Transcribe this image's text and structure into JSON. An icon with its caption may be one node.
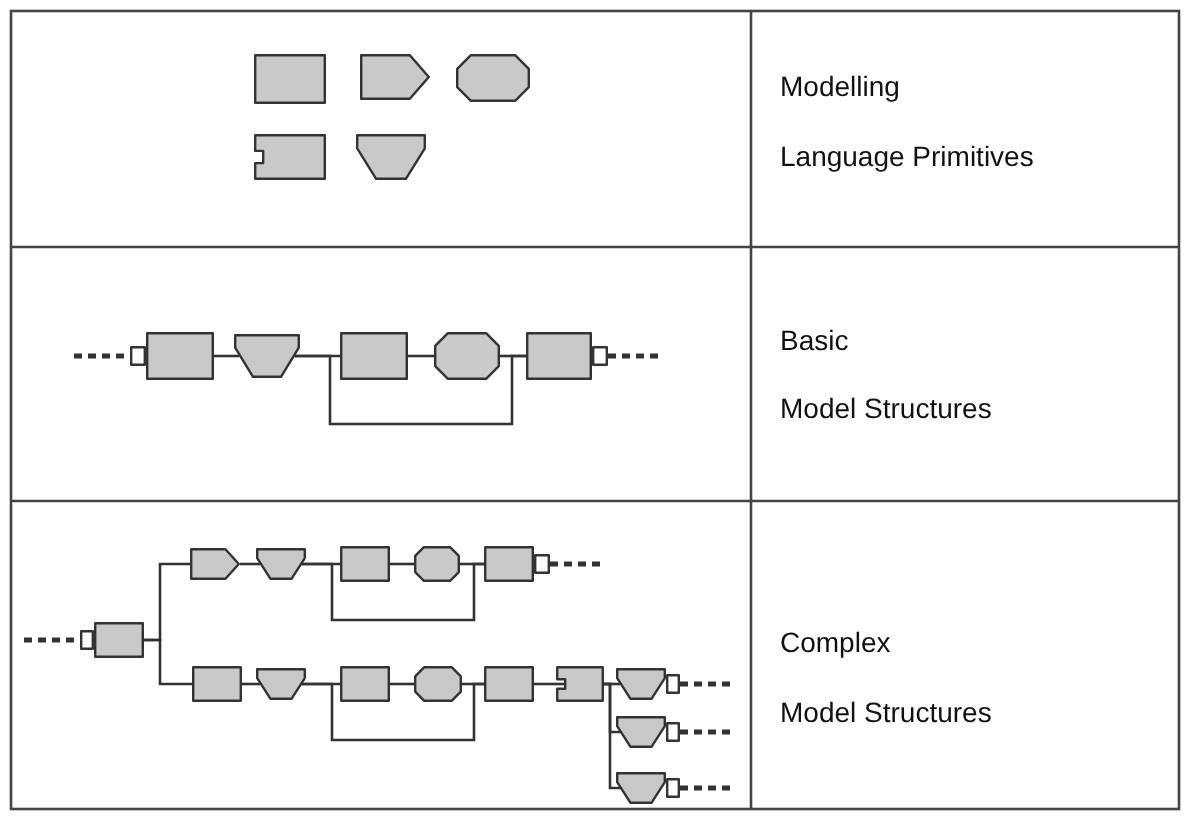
{
  "diagram": {
    "nodes": [
      {
        "text": [],
        "shape": "box"
      },
      {
        "text": [],
        "shape": "pentagon"
      },
      {
        "text": [],
        "shape": "octagon"
      },
      {
        "text": [],
        "shape": "notched"
      },
      {
        "text": [],
        "shape": "trapezoid"
      },
      {
        "text": [],
        "shape": "square"
      },
      {
        "text": [],
        "shape": "box"
      },
      {
        "text": [],
        "shape": "trapezoid"
      },
      {
        "text": [],
        "shape": "box"
      },
      {
        "text": [],
        "shape": "octagon"
      },
      {
        "text": [],
        "shape": "box"
      },
      {
        "text": [],
        "shape": "square"
      },
      {
        "text": [],
        "shape": "square"
      },
      {
        "text": [],
        "shape": "box"
      },
      {
        "text": [],
        "shape": "pentagon"
      },
      {
        "text": [],
        "shape": "trapezoid"
      },
      {
        "text": [],
        "shape": "box"
      },
      {
        "text": [],
        "shape": "octagon"
      },
      {
        "text": [],
        "shape": "box"
      },
      {
        "text": [],
        "shape": "square"
      },
      {
        "text": [],
        "shape": "box"
      },
      {
        "text": [],
        "shape": "trapezoid"
      },
      {
        "text": [],
        "shape": "box"
      },
      {
        "text": [],
        "shape": "octagon"
      },
      {
        "text": [],
        "shape": "box"
      },
      {
        "text": [],
        "shape": "notched"
      },
      {
        "text": [],
        "shape": "trapezoid"
      },
      {
        "text": [],
        "shape": "square"
      },
      {
        "text": [],
        "shape": "trapezoid"
      },
      {
        "text": [],
        "shape": "square"
      },
      {
        "text": [],
        "shape": "trapezoid"
      },
      {
        "text": [],
        "shape": "square"
      }
    ],
    "edges": [
      {
        "from": null,
        "to": 5,
        "arrow": "none",
        "style": "dashed"
      },
      {
        "from": 6,
        "to": 7,
        "arrow": "none"
      },
      {
        "from": 7,
        "to": 8,
        "arrow": "none"
      },
      {
        "from": 8,
        "to": 9,
        "arrow": "none"
      },
      {
        "from": 9,
        "to": 10,
        "arrow": "none"
      },
      {
        "from": 7,
        "to": 10,
        "arrow": "none"
      },
      {
        "from": 11,
        "to": null,
        "arrow": "none",
        "style": "dashed"
      },
      {
        "from": null,
        "to": 12,
        "arrow": "none",
        "style": "dashed"
      },
      {
        "from": 13,
        "to": 14,
        "arrow": "none"
      },
      {
        "from": 13,
        "to": 20,
        "arrow": "none"
      },
      {
        "from": 14,
        "to": 15,
        "arrow": "none"
      },
      {
        "from": 15,
        "to": 16,
        "arrow": "none"
      },
      {
        "from": 16,
        "to": 17,
        "arrow": "none"
      },
      {
        "from": 17,
        "to": 18,
        "arrow": "none"
      },
      {
        "from": 15,
        "to": 18,
        "arrow": "none"
      },
      {
        "from": 19,
        "to": null,
        "arrow": "none",
        "style": "dashed"
      },
      {
        "from": 20,
        "to": 21,
        "arrow": "none"
      },
      {
        "from": 21,
        "to": 22,
        "arrow": "none"
      },
      {
        "from": 22,
        "to": 23,
        "arrow": "none"
      },
      {
        "from": 23,
        "to": 24,
        "arrow": "none"
      },
      {
        "from": 21,
        "to": 24,
        "arrow": "none"
      },
      {
        "from": 24,
        "to": 25,
        "arrow": "none"
      },
      {
        "from": 25,
        "to": 26,
        "arrow": "none"
      },
      {
        "from": 25,
        "to": 28,
        "arrow": "none"
      },
      {
        "from": 25,
        "to": 30,
        "arrow": "none"
      },
      {
        "from": 27,
        "to": null,
        "arrow": "none",
        "style": "dashed"
      },
      {
        "from": 29,
        "to": null,
        "arrow": "none",
        "style": "dashed"
      },
      {
        "from": 31,
        "to": null,
        "arrow": "none",
        "style": "dashed"
      }
    ],
    "labels": [
      "Modelling",
      "Language Primitives",
      "Basic",
      "Model Structures",
      "Complex",
      "Model Structures"
    ]
  }
}
